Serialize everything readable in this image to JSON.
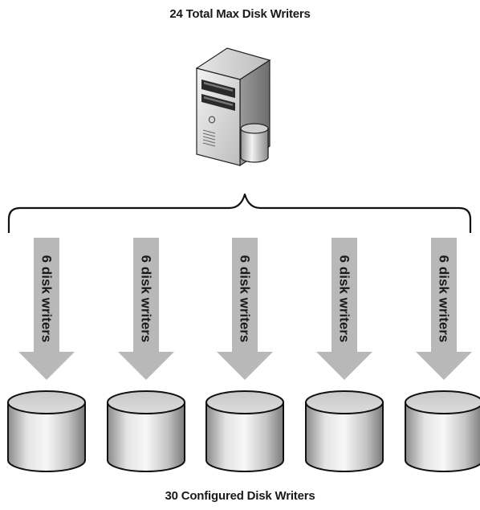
{
  "top_label": "24 Total Max Disk Writers",
  "bottom_label": "30 Configured Disk Writers",
  "server": {
    "icon": "server-icon"
  },
  "bracket": {
    "icon": "curly-brace"
  },
  "arrows": [
    {
      "label": "6 disk writers"
    },
    {
      "label": "6 disk writers"
    },
    {
      "label": "6 disk writers"
    },
    {
      "label": "6 disk writers"
    },
    {
      "label": "6 disk writers"
    }
  ],
  "disks": [
    {
      "icon": "disk-icon"
    },
    {
      "icon": "disk-icon"
    },
    {
      "icon": "disk-icon"
    },
    {
      "icon": "disk-icon"
    },
    {
      "icon": "disk-icon"
    }
  ],
  "colors": {
    "arrow": "#b8b8b8",
    "disk_outline": "#111111",
    "server_body": "#d8d8d8"
  }
}
